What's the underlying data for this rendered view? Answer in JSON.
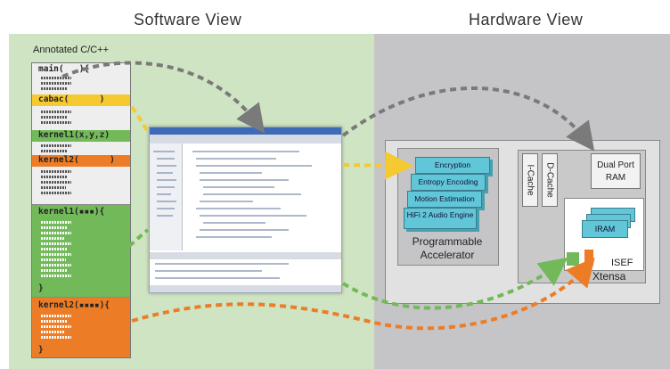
{
  "titles": {
    "software": "Software View",
    "hardware": "Hardware View"
  },
  "code": {
    "header": "Annotated C/C++",
    "main": "main(   ){",
    "cabac": "cabac(      )",
    "kernel1": "kernel1(x,y,z)",
    "kernel2": "kernel2(      )",
    "kernel1_def": "kernel1(▪▪▪){",
    "brace1": "}",
    "kernel2_def": "kernel2(▪▪▪▪){",
    "brace2": "}"
  },
  "accelerator": {
    "cards": [
      "Encryption",
      "Entropy Encoding",
      "Motion Estimation",
      "HiFi 2 Audio Engine"
    ],
    "label_line1": "Programmable",
    "label_line2": "Accelerator"
  },
  "xtensa": {
    "icache": "I-Cache",
    "dcache": "D-Cache",
    "dpram_line1": "Dual Port",
    "dpram_line2": "RAM",
    "iram": "IRAM",
    "isef": "ISEF",
    "label": "Xtensa"
  },
  "colors": {
    "software_bg": "#cfe4c2",
    "hardware_bg": "#c5c4c6",
    "yellow": "#f5c930",
    "green": "#72b95a",
    "orange": "#ec7d26",
    "accent_cyan": "#62c6d9",
    "arrow_gray": "#7a7a7a"
  }
}
